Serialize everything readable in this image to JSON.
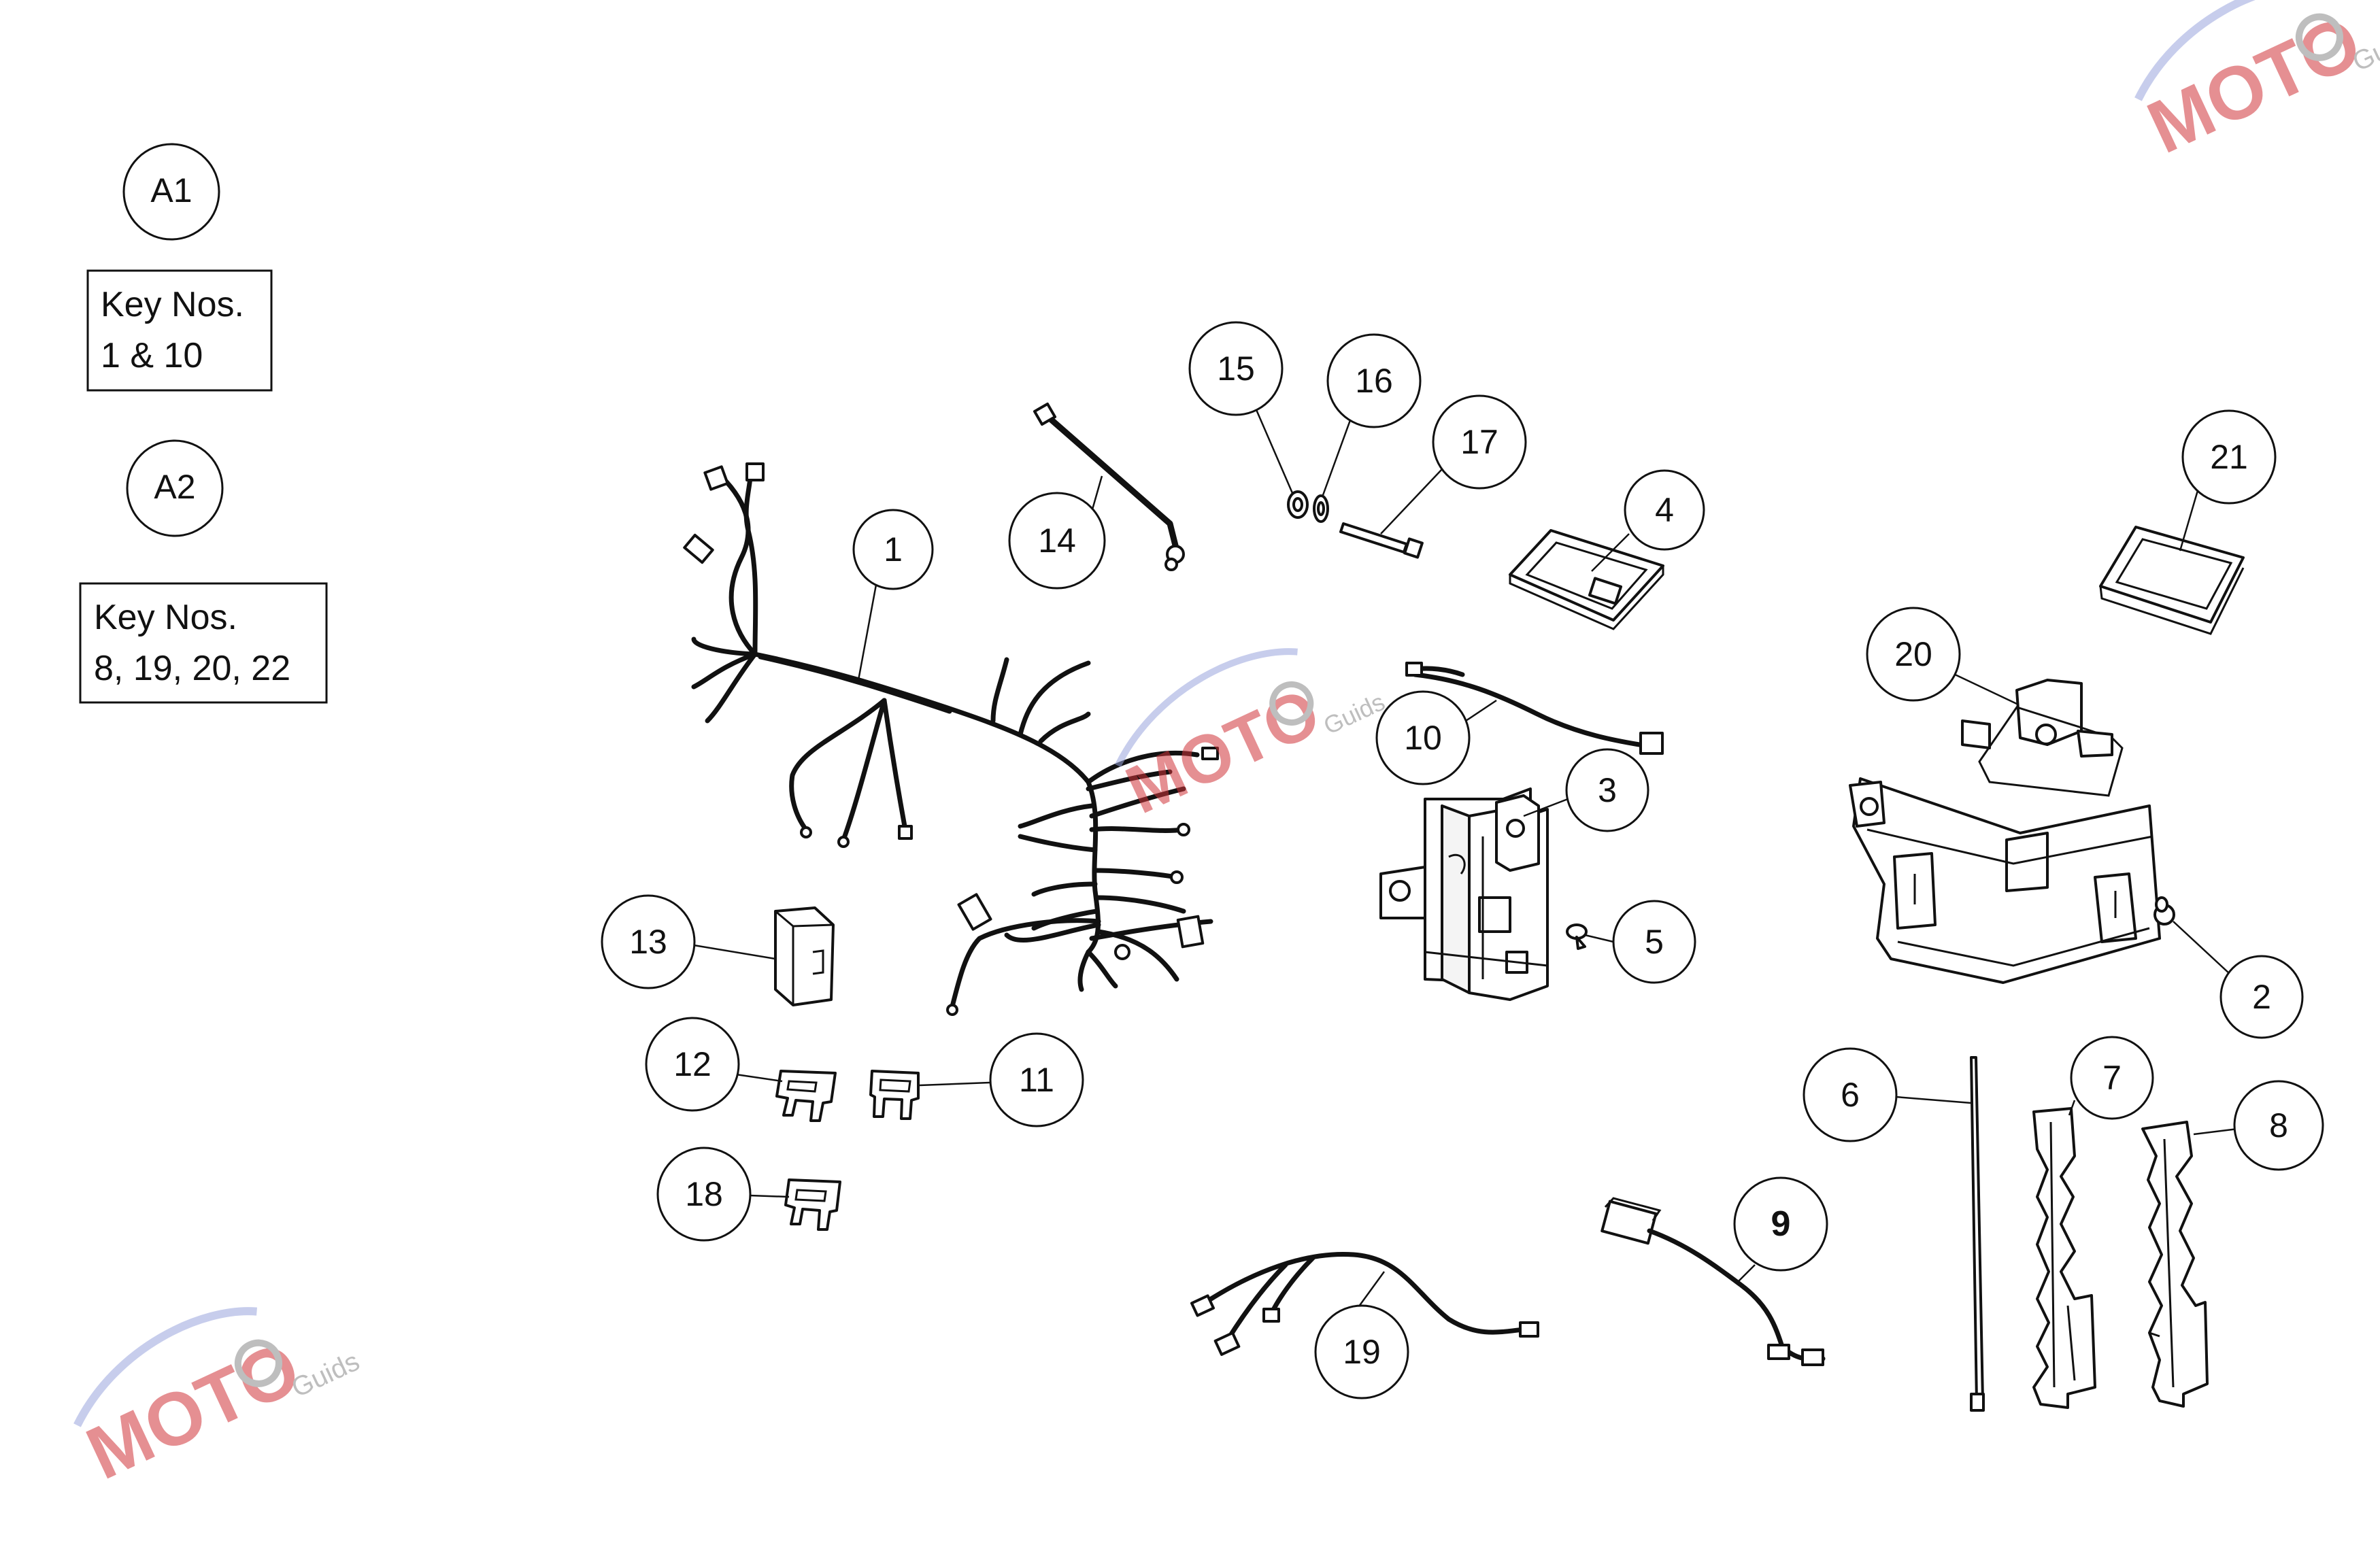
{
  "legend": {
    "groups": [
      {
        "id": "A1",
        "note_line1": "Key Nos.",
        "note_line2": "1 & 10"
      },
      {
        "id": "A2",
        "note_line1": "Key Nos.",
        "note_line2": "8, 19, 20, 22"
      }
    ]
  },
  "callouts": {
    "c1": "1",
    "c2": "2",
    "c3": "3",
    "c4": "4",
    "c5": "5",
    "c6": "6",
    "c7": "7",
    "c8": "8",
    "c9": "9",
    "c10": "10",
    "c11": "11",
    "c12": "12",
    "c13": "13",
    "c14": "14",
    "c15": "15",
    "c16": "16",
    "c17": "17",
    "c18": "18",
    "c19": "19",
    "c20": "20",
    "c21": "21"
  },
  "watermark": {
    "brand": "MOTO",
    "sub": "Guids",
    "brand_color": "#d0343a",
    "swoosh_color": "#9aa6de",
    "gear_color": "#8a8a8a"
  }
}
